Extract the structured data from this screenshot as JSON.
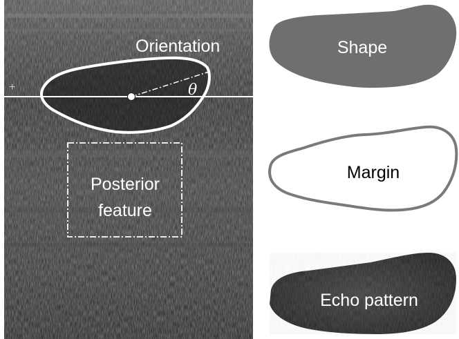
{
  "figure": {
    "ultrasound_labels": {
      "orientation": "Orientation",
      "angle_symbol": "θ",
      "posterior_line1": "Posterior",
      "posterior_line2": "feature"
    },
    "panels": [
      {
        "id": "shape",
        "label": "Shape"
      },
      {
        "id": "margin",
        "label": "Margin"
      },
      {
        "id": "echo",
        "label": "Echo pattern"
      }
    ],
    "colors": {
      "shape_fill": "#6f6f6f",
      "margin_stroke": "#7a7a7a",
      "echo_fill": "#2f2f2f",
      "overlay": "#ffffff"
    }
  }
}
